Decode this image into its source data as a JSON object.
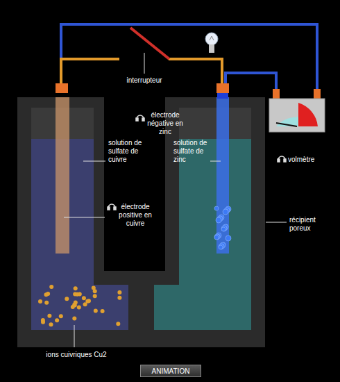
{
  "diagram": {
    "nodes": [
      {
        "text": [
          "ANIMATION"
        ]
      }
    ],
    "labels": [
      "interrupteur",
      "électrode négative en zinc",
      "volmètre",
      "solution de sulfate de cuivre",
      "solution de sulfate de zinc",
      "électrode positive en cuivre",
      "récipient poreux",
      "ions cuivriques Cu2"
    ]
  }
}
